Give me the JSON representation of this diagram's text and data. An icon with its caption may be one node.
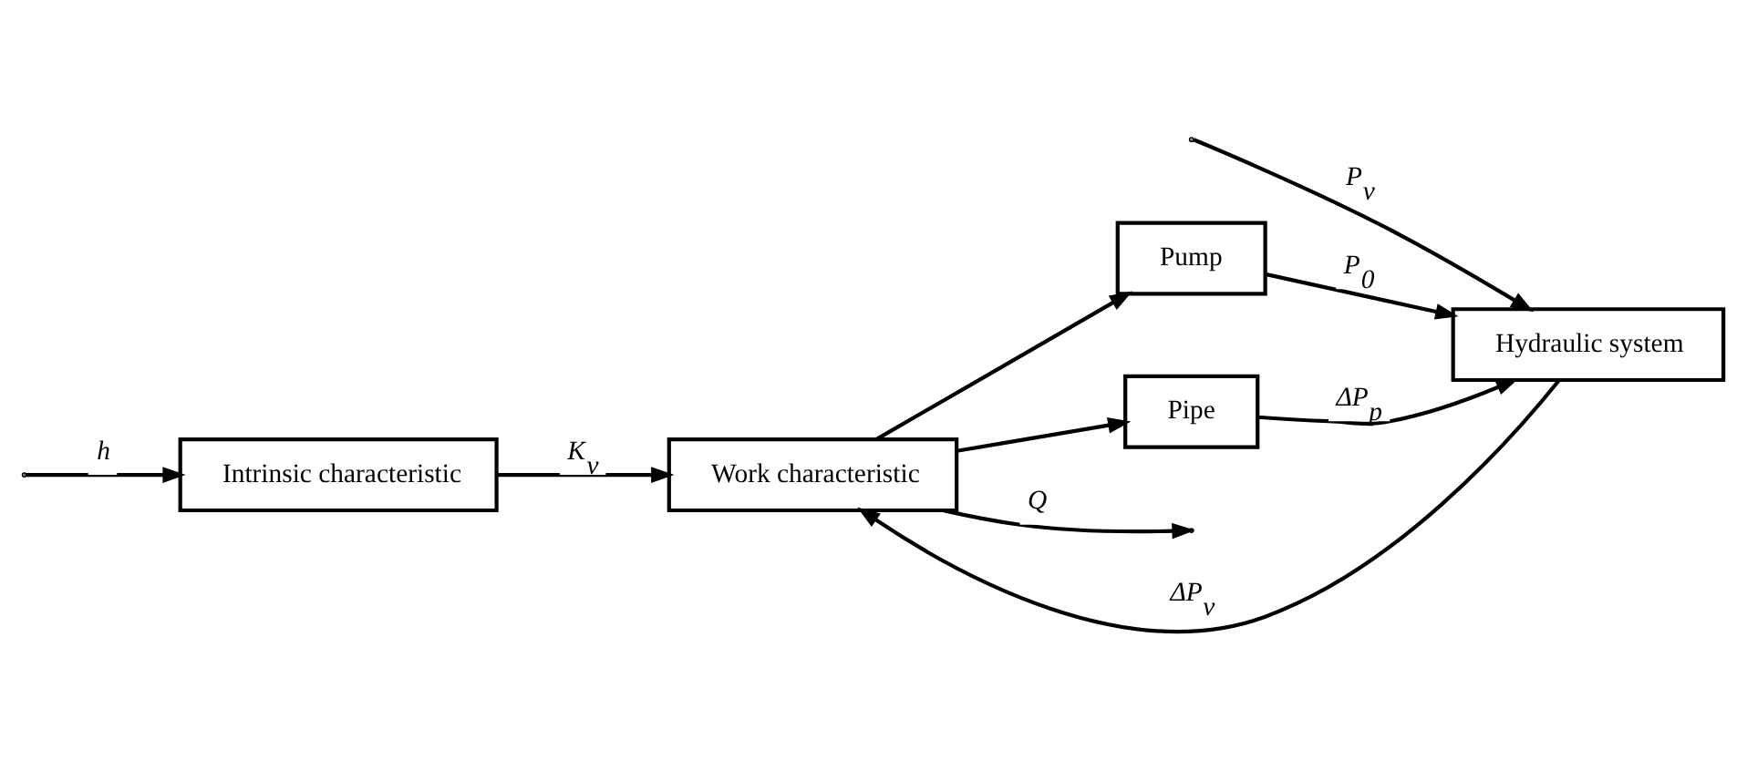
{
  "diagram": {
    "nodes": [
      {
        "text": [
          "Intrinsic characteristic"
        ]
      },
      {
        "text": [
          "Work characteristic"
        ]
      },
      {
        "text": [
          "Hydraulic system"
        ]
      },
      {
        "text": [
          "Pump"
        ]
      },
      {
        "text": [
          "Pipe"
        ]
      }
    ],
    "edges": [
      {
        "from": null,
        "to": 0,
        "arrow": "to",
        "label": "h"
      },
      {
        "from": 0,
        "to": 1,
        "arrow": "to",
        "label": "K$_{v}$"
      },
      {
        "from": 2,
        "to": 1,
        "arrow": "to",
        "label": "ΔP$_{v}$"
      },
      {
        "from": 1,
        "to": null,
        "arrow": "to",
        "label": "Q"
      },
      {
        "from": 1,
        "to": 3,
        "arrow": "to"
      },
      {
        "from": 1,
        "to": 4,
        "arrow": "to"
      },
      {
        "from": 3,
        "to": 2,
        "arrow": "to",
        "label": "P$_{0}$"
      },
      {
        "from": null,
        "to": 2,
        "arrow": "to",
        "label": "P$_{v}$"
      },
      {
        "from": 4,
        "to": 2,
        "arrow": "to",
        "label": "ΔP$_{p}$"
      }
    ]
  }
}
